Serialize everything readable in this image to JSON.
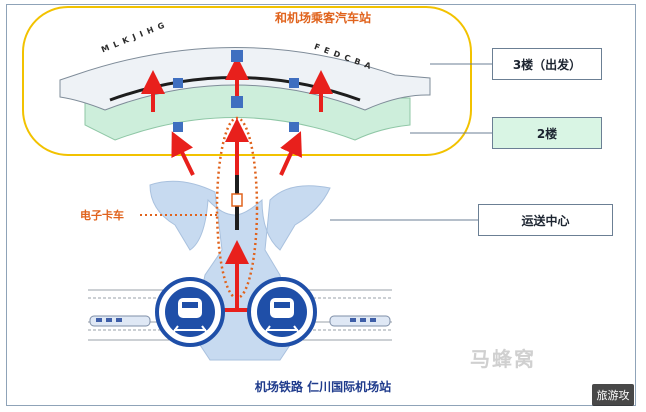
{
  "diagram": {
    "bus_station_label": "和机场乘客汽车站",
    "floor3_label": "3楼（出发）",
    "floor2_label": "2楼",
    "transport_center_label": "运送中心",
    "tram_label": "电子卡车",
    "railway_station_label": "机场铁路  仁川国际机场站",
    "gate_letters_left": "M L K J I H G",
    "gate_letters_right": "F E D C B A",
    "watermark_text": "马蜂窝",
    "watermark_box": "旅游攻"
  },
  "colors": {
    "accent_orange": "#e0631d",
    "arrow_red": "#e8201c",
    "station_blue": "#1f4fa8",
    "building_blue": "#c7daf0",
    "floor2_green": "#cdeedb",
    "highlight_yellow": "#f2c200"
  },
  "icons": [
    "train-icon",
    "elevator-icon"
  ]
}
